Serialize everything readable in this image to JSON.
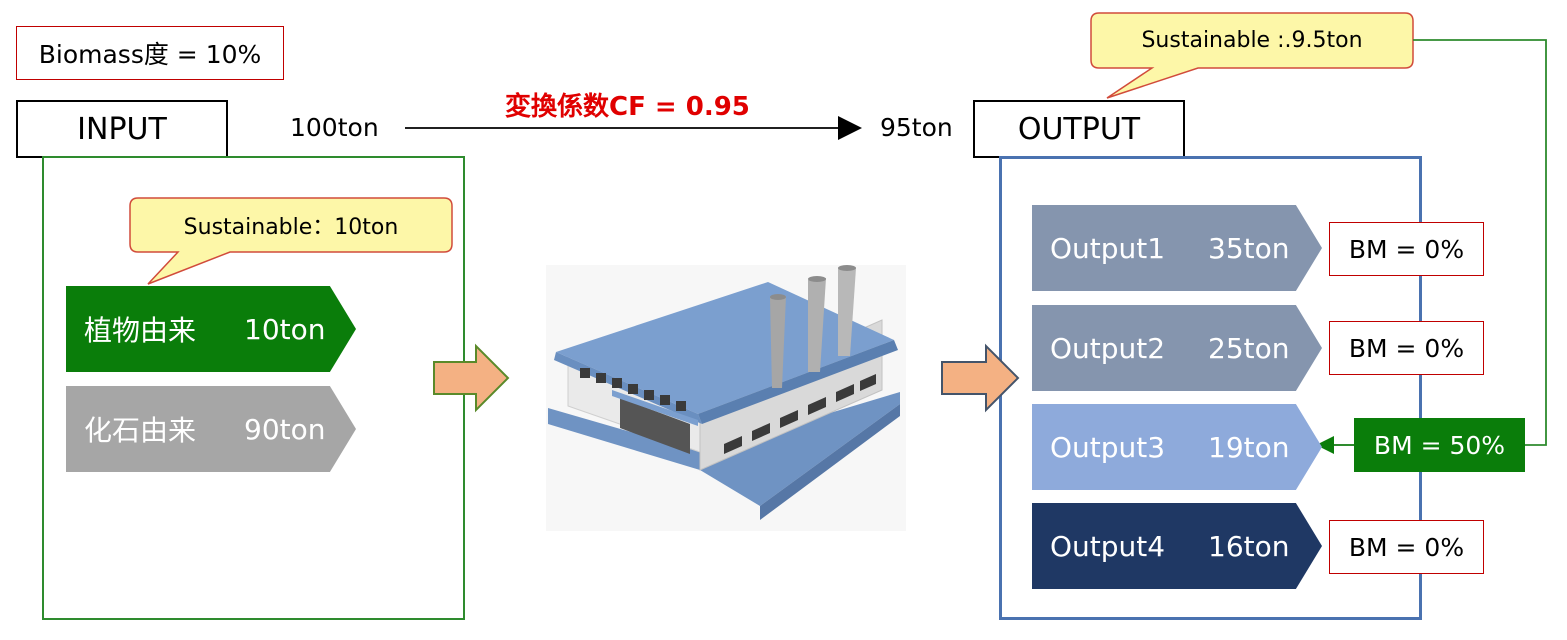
{
  "biomass_ratio": "Biomass度 = 10%",
  "input": {
    "label": "INPUT",
    "amount": "100ton",
    "callout": "Sustainable：10ton",
    "rows": [
      {
        "name": "植物由来",
        "amount": "10ton",
        "color": "#0a7d0a"
      },
      {
        "name": "化石由来",
        "amount": "90ton",
        "color": "#a6a6a6"
      }
    ]
  },
  "conversion": {
    "label": "変換係数CF = 0.95",
    "color": "#e00000"
  },
  "output": {
    "label": "OUTPUT",
    "amount": "95ton",
    "callout": "Sustainable :.9.5ton",
    "rows": [
      {
        "name": "Output1",
        "amount": "35ton",
        "bm": "BM = 0%",
        "color": "#8595ae"
      },
      {
        "name": "Output2",
        "amount": "25ton",
        "bm": "BM = 0%",
        "color": "#8595ae"
      },
      {
        "name": "Output3",
        "amount": "19ton",
        "bm": "BM = 50%",
        "color": "#8eaadb"
      },
      {
        "name": "Output4",
        "amount": "16ton",
        "bm": "BM = 0%",
        "color": "#1f3864"
      }
    ]
  },
  "icons": [
    "factory-icon",
    "process-arrow-icon"
  ]
}
